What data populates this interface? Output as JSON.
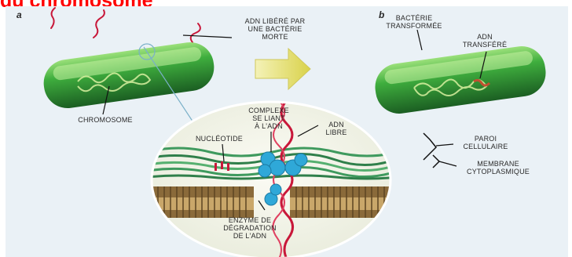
{
  "title": "du chromosome",
  "panels": {
    "a": "a",
    "b": "b"
  },
  "labels": {
    "adn_libere": "ADN LIBÉRÉ PAR\nUNE BACTÉRIE\nMORTE",
    "chromosome": "CHROMOSOME",
    "bacterie_transformee": "BACTÉRIE\nTRANSFORMÉE",
    "adn_transfere": "ADN\nTRANSFÉRÉ",
    "complexe": "COMPLEXE\nSE LIANT\nÀ L'ADN",
    "adn_libre": "ADN\nLIBRE",
    "nucleotide": "NUCLÉOTIDE",
    "paroi": "PAROI\nCELLULAIRE",
    "membrane": "MEMBRANE\nCYTOPLASMIQUE",
    "enzyme": "ENZYME DE\nDÉGRADATION\nDE L'ADN"
  },
  "colors": {
    "title": "#ff0000",
    "bacterium_green": "#2e8b3a",
    "dna_red": "#c8183a",
    "protein_blue": "#2fa8d8",
    "arrow_yellow": "#e8e06a"
  }
}
